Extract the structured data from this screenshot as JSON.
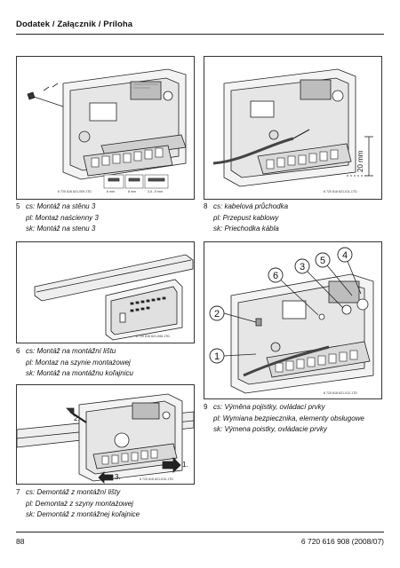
{
  "header": {
    "title": "Dodatek / Załącznik / Príloha"
  },
  "figures": [
    {
      "id": 5,
      "code": "6 720 616 621-009.1TD",
      "screw_sizes": [
        "6 mm",
        "8 mm",
        "3,5...5 mm"
      ],
      "caption": {
        "number": "5",
        "cs": "cs: Montáž na stěnu 3",
        "pl": "pl: Montaż naścienny 3",
        "sk": "sk: Montáž na stenu 3"
      }
    },
    {
      "id": 8,
      "code": "6 720 616 621-011.1TD",
      "dimension": "20 mm",
      "caption": {
        "number": "8",
        "cs": "cs: kabelová průchodka",
        "pl": "pl: Przepust kablowy",
        "sk": "sk: Priechodka kábla"
      }
    },
    {
      "id": 6,
      "code": "6 720 616 621-006.1TD",
      "caption": {
        "number": "6",
        "cs": "cs: Montáž na montážní lištu",
        "pl": "pl: Montaz na szynie montażowej",
        "sk": "sk: Montáž na montážnu koľajnicu"
      }
    },
    {
      "id": 9,
      "code": "6 720 616 621-012.1TD",
      "callouts": [
        "1",
        "2",
        "3",
        "4",
        "5",
        "6"
      ],
      "caption": {
        "number": "9",
        "cs": "cs: Výměna pojistky, ovládací prvky",
        "pl": "pl: Wymiana bezpiecznika, elementy obsługowe",
        "sk": "sk: Výmena poistky, ovládacie prvky"
      }
    },
    {
      "id": 7,
      "code": "6 720 616 621-010.1TD",
      "steps": [
        "1.",
        "2.",
        "3."
      ],
      "caption": {
        "number": "7",
        "cs": "cs: Demontáž z montážní lišty",
        "pl": "pl: Demontaż z szyny montażowej",
        "sk": "sk: Demontáž z montážnej koľajnice"
      }
    }
  ],
  "footer": {
    "page_number": "88",
    "doc_reference": "6 720 616 908 (2008/07)"
  }
}
